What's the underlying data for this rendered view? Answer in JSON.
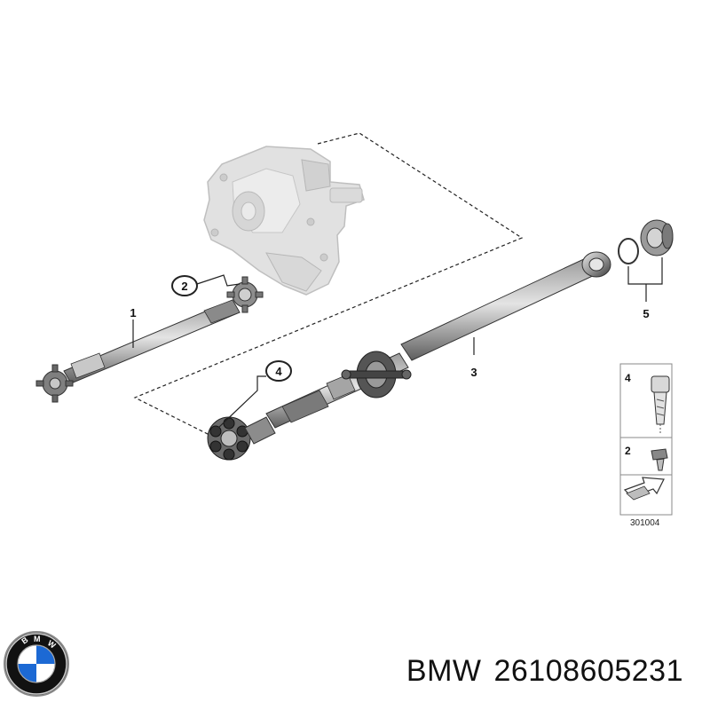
{
  "callouts": {
    "part_1": "1",
    "part_2": "2",
    "part_3": "3",
    "part_4": "4",
    "part_5": "5"
  },
  "legend": {
    "item_4": "4",
    "item_2": "2",
    "diagram_code": "301004"
  },
  "caption": {
    "brand": "BMW",
    "part_number": "26108605231"
  },
  "logo": {
    "lettering": "BMW"
  },
  "colors": {
    "line": "#222222",
    "shaft_dark": "#6e6e6e",
    "shaft_light": "#b8b8b8",
    "gearbox": "#d6d6d6",
    "logo_blue": "#1c69d4"
  }
}
